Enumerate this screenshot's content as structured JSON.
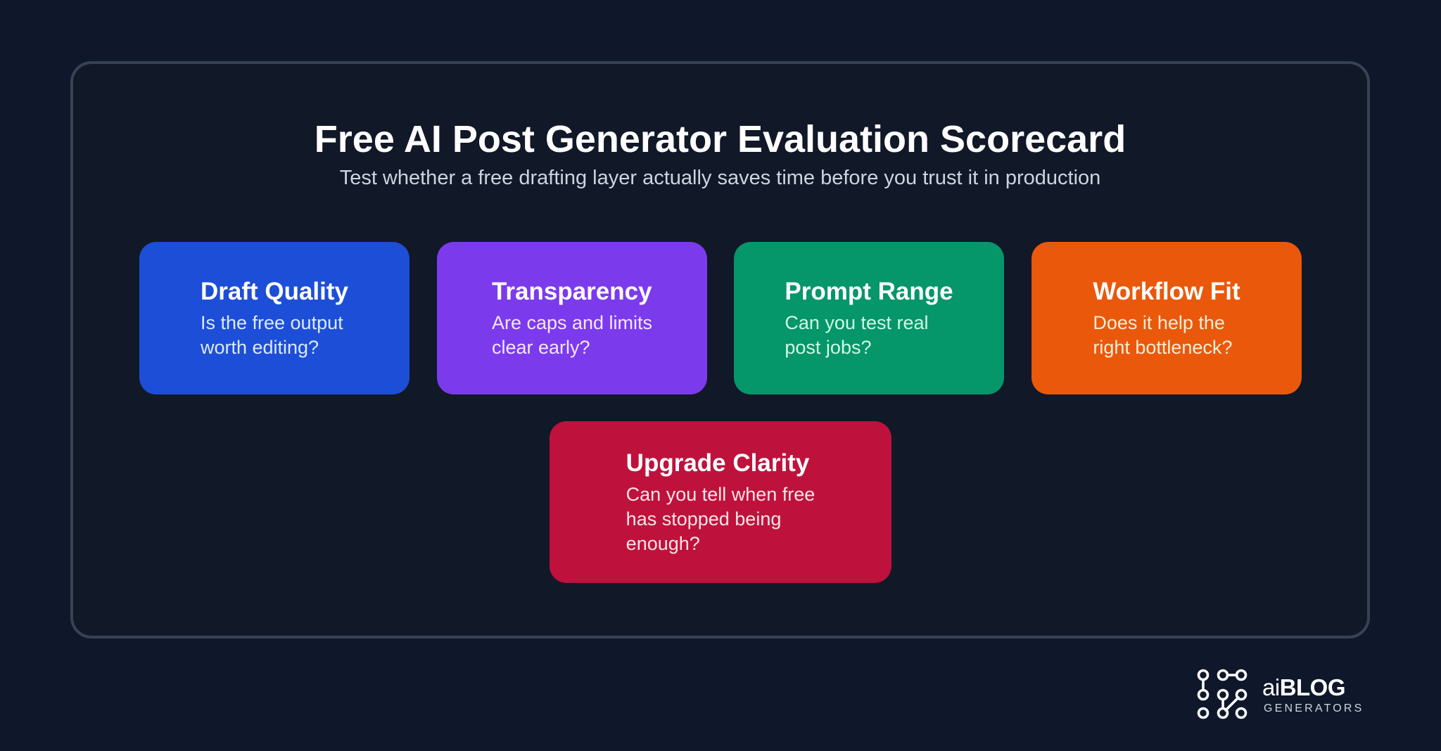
{
  "header": {
    "title": "Free AI Post Generator Evaluation Scorecard",
    "subtitle": "Test whether a free drafting layer actually saves time before you trust it in production"
  },
  "cards": [
    {
      "title": "Draft Quality",
      "description": "Is the free output\nworth editing?",
      "color": "#1d4ed8",
      "text_color": "#dbeafe"
    },
    {
      "title": "Transparency",
      "description": "Are caps and limits\nclear early?",
      "color": "#7c3aed",
      "text_color": "#f3e8ff"
    },
    {
      "title": "Prompt Range",
      "description": "Can you test real\npost jobs?",
      "color": "#059669",
      "text_color": "#d1fae5"
    },
    {
      "title": "Workflow Fit",
      "description": "Does it help the\nright bottleneck?",
      "color": "#ea580c",
      "text_color": "#ffedd5"
    },
    {
      "title": "Upgrade Clarity",
      "description": "Can you tell when free\nhas stopped being\nenough?",
      "color": "#be123c",
      "text_color": "#ffe4e6"
    }
  ],
  "logo": {
    "icon": "circuit-nodes-icon",
    "prefix": "ai",
    "brand": "BLOG",
    "tagline": "GENERATORS"
  },
  "colors": {
    "page_background": "#0f172a",
    "panel_background": "#111827",
    "panel_border": "#364357"
  }
}
